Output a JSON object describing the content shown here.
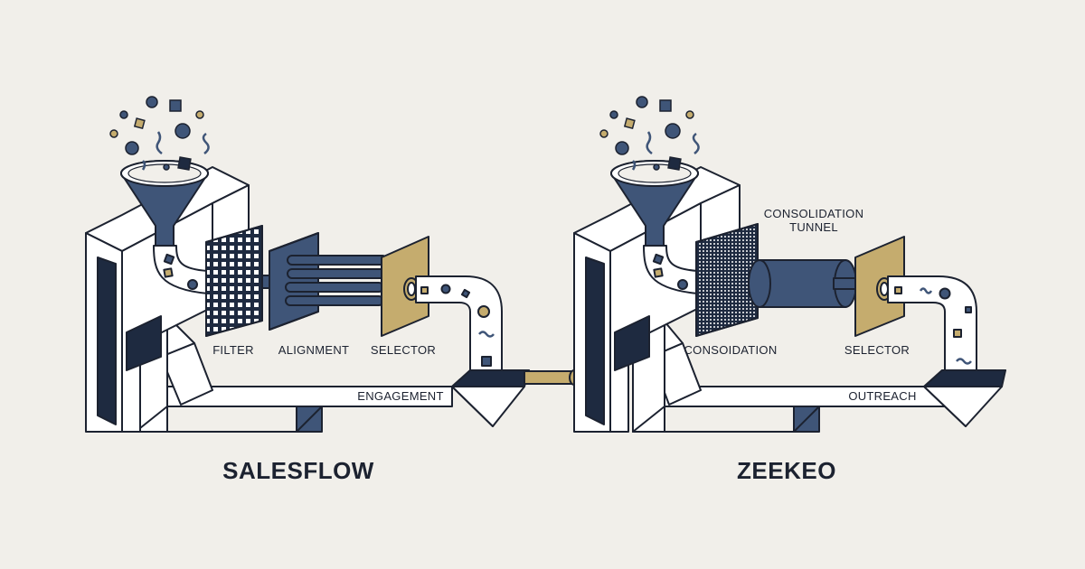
{
  "colors": {
    "background": "#f1efea",
    "outline": "#1c2230",
    "navy": "#3f5578",
    "dark_navy": "#1e2a40",
    "gold": "#c5ac6e",
    "white": "#ffffff"
  },
  "machines": [
    {
      "title": "SALESFLOW",
      "stages": [
        "FILTER",
        "ALIGNMENT",
        "SELECTOR"
      ],
      "output": "ENGAGEMENT"
    },
    {
      "title": "ZEEKEO",
      "stages": [
        "CONSOIDATION",
        "SELECTOR"
      ],
      "annotation_line1": "CONSOLIDATION",
      "annotation_line2": "TUNNEL",
      "output": "OUTREACH"
    }
  ],
  "icons": {
    "input_particles": "scattered-particles-icon",
    "funnel": "funnel-icon",
    "filter": "mesh-filter-icon",
    "alignment": "alignment-rods-icon",
    "selector": "selector-plate-icon",
    "tunnel": "cylinder-tunnel-icon",
    "connector": "connector-pipe-icon"
  }
}
